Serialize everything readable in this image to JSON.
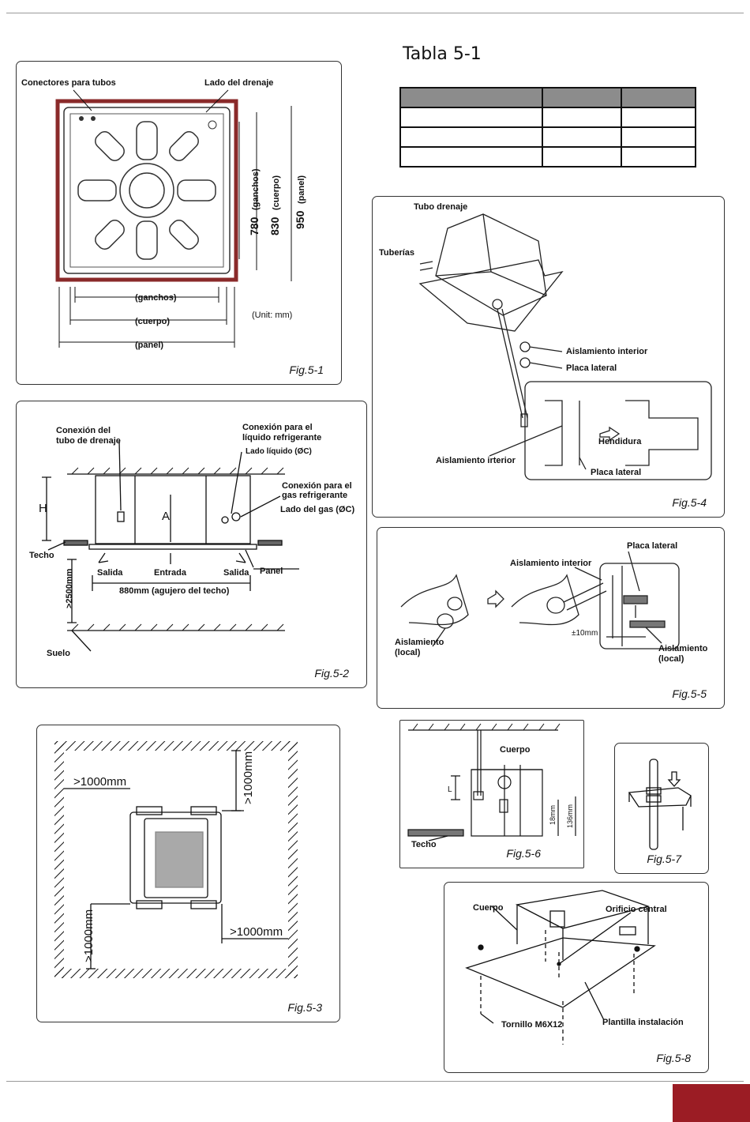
{
  "table": {
    "title": "Tabla 5-1"
  },
  "fig1": {
    "caption": "Fig.5-1",
    "conectores": "Conectores para tubos",
    "drenaje": "Lado del drenaje",
    "ganchos_h": "(ganchos)",
    "cuerpo_h": "(cuerpo)",
    "panel_h": "(panel)",
    "unit": "(Unit: mm)",
    "v780": "780",
    "v780_l": "(ganchos)",
    "v830": "830",
    "v830_l": "(cuerpo)",
    "v950": "950",
    "v950_l": "(panel)"
  },
  "fig2": {
    "caption": "Fig.5-2",
    "drain1": "Conexión del",
    "drain2": "tubo de drenaje",
    "liq1": "Conexión para el",
    "liq2": "líquido refrigerante",
    "liq3": "Lado líquido (ØC)",
    "gas1": "Conexión para el",
    "gas2": "gas refrigerante",
    "gas3": "Lado del gas (ØC)",
    "h": "H",
    "a": "A",
    "techo": "Techo",
    "salida1": "Salida",
    "entrada": "Entrada",
    "salida2": "Salida",
    "panel": "Panel",
    "height": ">2500mm",
    "width": "880mm (agujero del techo)",
    "suelo": "Suelo"
  },
  "fig3": {
    "caption": "Fig.5-3",
    "d1": ">1000mm",
    "d2": ">1000mm",
    "d3": ">1000mm",
    "d4": ">1000mm"
  },
  "fig4": {
    "caption": "Fig.5-4",
    "tubo": "Tubo drenaje",
    "tuberias": "Tuberías",
    "aisl_int": "Aislamiento interior",
    "placa": "Placa lateral",
    "hendidura": "Hendidura",
    "aisl_irt": "Aislamiento irterior",
    "placa2": "Placa lateral"
  },
  "fig5": {
    "caption": "Fig.5-5",
    "placa": "Placa lateral",
    "aisl_int": "Aislamiento interior",
    "pm": "±10mm",
    "aisl_local1": "Aislamiento",
    "aisl_local2": "(local)",
    "aisl_r1": "Aislamiento",
    "aisl_r2": "(local)"
  },
  "fig6": {
    "caption": "Fig.5-6",
    "cuerpo": "Cuerpo",
    "techo": "Techo",
    "l": "L",
    "m18": "18mm",
    "m136": "136mm"
  },
  "fig7": {
    "caption": "Fig.5-7"
  },
  "fig8": {
    "caption": "Fig.5-8",
    "cuerpo": "Cuerpo",
    "orificio": "Orificio central",
    "tornillo": "Tornillo M6X12",
    "plantilla": "Plantilla instalación"
  }
}
